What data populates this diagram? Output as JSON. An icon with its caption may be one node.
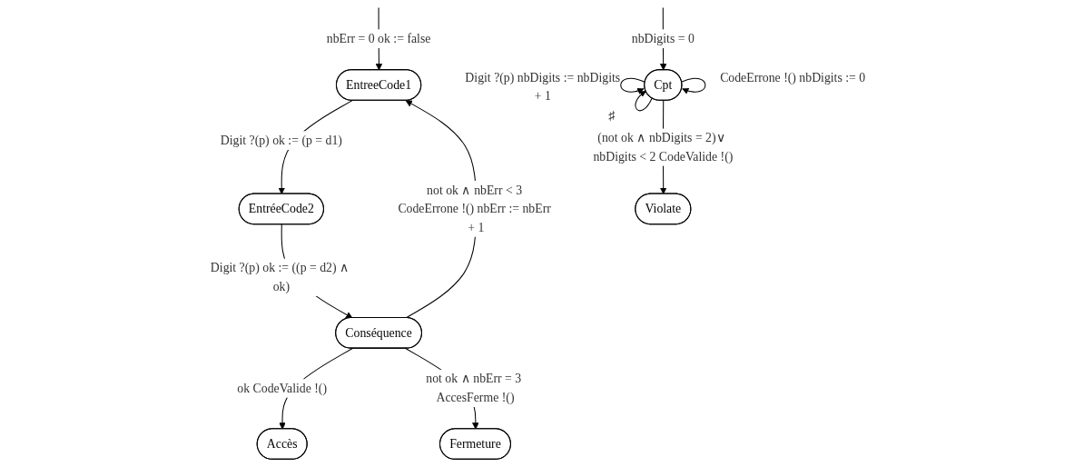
{
  "diagram": {
    "nodes": [
      {
        "text": [
          "EntreeCode1"
        ]
      },
      {
        "text": [
          "EntréeCode2"
        ]
      },
      {
        "text": [
          "Conséquence"
        ]
      },
      {
        "text": [
          "Accès"
        ]
      },
      {
        "text": [
          "Fermeture"
        ]
      },
      {
        "text": [
          "Cpt"
        ]
      },
      {
        "text": [
          "Violate"
        ]
      }
    ],
    "edges": [
      {
        "from": null,
        "to": 0,
        "arrow": "to",
        "label": "nbErr = 0 ok := false"
      },
      {
        "from": 0,
        "to": 1,
        "arrow": "to",
        "label": "Digit ?(p) ok := (p = d1)"
      },
      {
        "from": 1,
        "to": 2,
        "arrow": "to",
        "label": "Digit ?(p) ok := ((p = d2) ∧ ok)"
      },
      {
        "from": 2,
        "to": 0,
        "arrow": "to",
        "label": "not ok ∧ nbErr < 3 CodeErrone !() nbErr := nbErr + 1"
      },
      {
        "from": 2,
        "to": 3,
        "arrow": "to",
        "label": "ok CodeValide !()"
      },
      {
        "from": 2,
        "to": 4,
        "arrow": "to",
        "label": "not ok ∧ nbErr = 3 AccesFerme !()"
      },
      {
        "from": null,
        "to": 5,
        "arrow": "to",
        "label": "nbDigits = 0"
      },
      {
        "from": 5,
        "to": 5,
        "arrow": "to",
        "label": "Digit ?(p) nbDigits := nbDigits + 1"
      },
      {
        "from": 5,
        "to": 5,
        "arrow": "to",
        "label": "CodeErrone !() nbDigits := 0"
      },
      {
        "from": 5,
        "to": 5,
        "arrow": "to",
        "label": "♯"
      },
      {
        "from": 5,
        "to": 6,
        "arrow": "to",
        "label": "(not ok ∧ nbDigits = 2)∨ nbDigits < 2 CodeValide !()"
      }
    ]
  }
}
